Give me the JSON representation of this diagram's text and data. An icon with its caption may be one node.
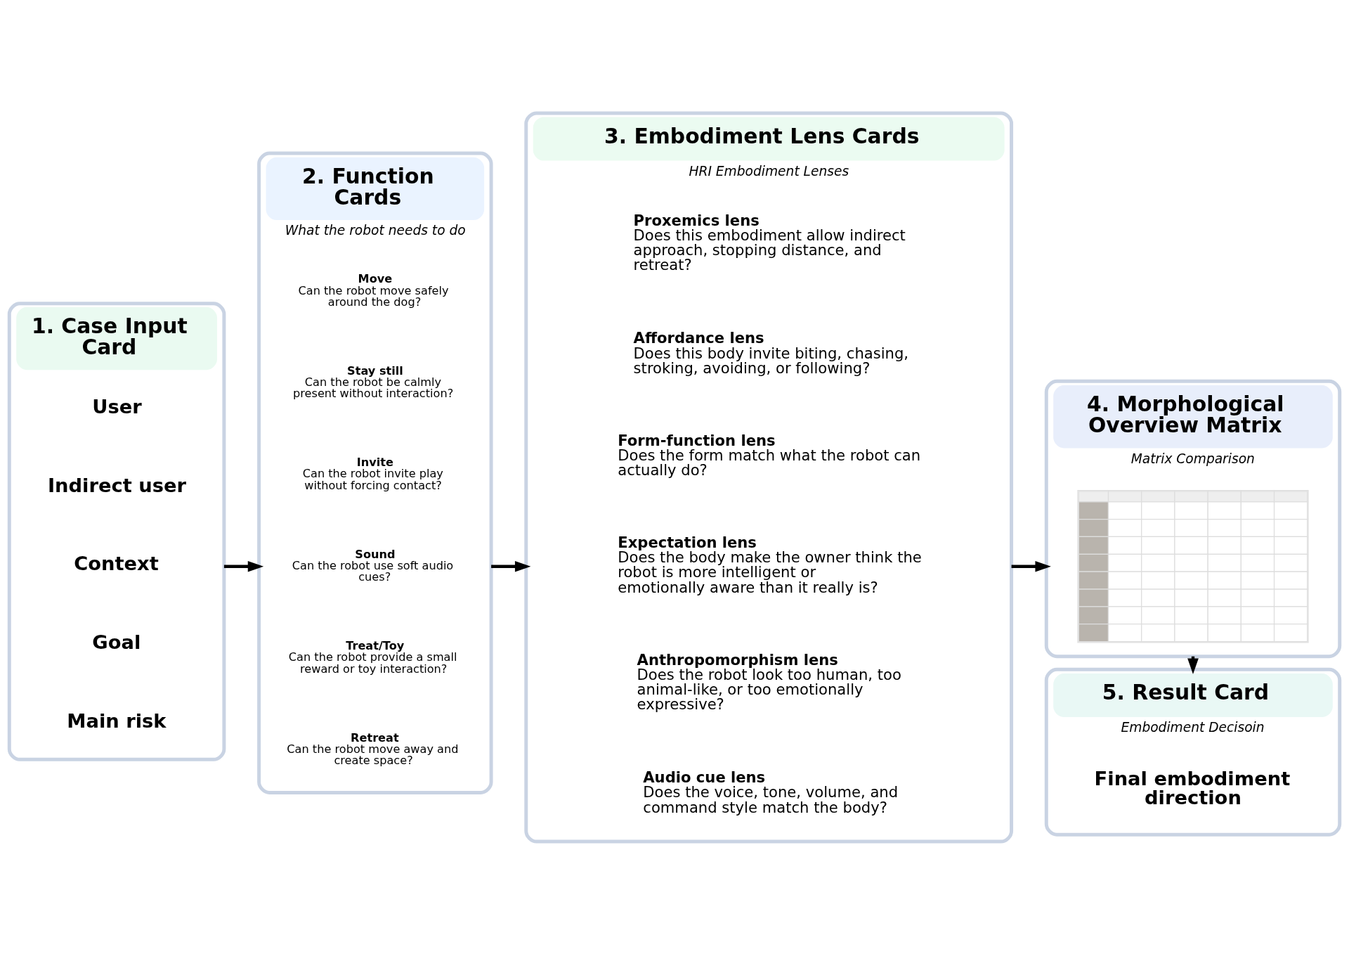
{
  "diagram": {
    "nodes": [
      {
        "text": [
          "1. Case Input Card"
        ]
      },
      {
        "text": [
          "User"
        ],
        "in": 0
      },
      {
        "text": [
          "Indirect user"
        ],
        "in": 0
      },
      {
        "text": [
          "Context"
        ],
        "in": 0
      },
      {
        "text": [
          "Goal"
        ],
        "in": 0
      },
      {
        "text": [
          "Main risk"
        ],
        "in": 0
      },
      {
        "text": [
          "2. Function Cards",
          "What the robot needs to do"
        ]
      },
      {
        "text": [
          "Move",
          "Can the robot move safely around the dog?"
        ],
        "in": 6
      },
      {
        "text": [
          "Stay still",
          "Can the robot be calmly present without interaction?"
        ],
        "in": 6
      },
      {
        "text": [
          "Invite",
          "Can the robot invite play without forcing contact?"
        ],
        "in": 6
      },
      {
        "text": [
          "Sound",
          "Can the robot use soft audio cues?"
        ],
        "in": 6
      },
      {
        "text": [
          "Treat/Toy",
          "Can the robot provide a small reward or toy interaction?"
        ],
        "in": 6
      },
      {
        "text": [
          "Retreat",
          "Can the robot move away and create space?"
        ],
        "in": 6
      },
      {
        "text": [
          "3. Embodiment Lens Cards",
          "HRI Embodiment Lenses"
        ]
      },
      {
        "text": [
          "Proxemics lens",
          "Does this embodiment allow indirect approach, stopping distance, and retreat?"
        ],
        "in": 13
      },
      {
        "text": [
          "Affordance lens",
          "Does this body invite biting, chasing, stroking, avoiding, or following?"
        ],
        "in": 13
      },
      {
        "text": [
          "Form-function lens",
          "Does the form match what the robot can actually do?"
        ],
        "in": 13
      },
      {
        "text": [
          "Expectation lens",
          "Does the body make the owner think the robot is more intelligent or emotionally aware than it really is?"
        ],
        "in": 13
      },
      {
        "text": [
          "Anthropomorphism lens",
          "Does the robot look too human, too animal-like, or too emotionally expressive?"
        ],
        "in": 13
      },
      {
        "text": [
          "Audio cue lens",
          "Does the voice, tone, volume, and command style match the body?"
        ],
        "in": 13
      },
      {
        "text": [
          "4. Morphological Overview Matrix",
          "Matrix Comparison"
        ]
      },
      {
        "text": [],
        "shape": "picture",
        "in": 20
      },
      {
        "text": [
          "5. Result Card",
          "Embodiment Decisoin"
        ]
      },
      {
        "text": [
          "Final embodiment direction"
        ],
        "in": 22
      }
    ],
    "edges": [
      {
        "from": 0,
        "to": 6,
        "arrow": "to"
      },
      {
        "from": 6,
        "to": 13,
        "arrow": "to"
      },
      {
        "from": 13,
        "to": 20,
        "arrow": "to"
      },
      {
        "from": 20,
        "to": 22,
        "arrow": "to"
      }
    ]
  }
}
